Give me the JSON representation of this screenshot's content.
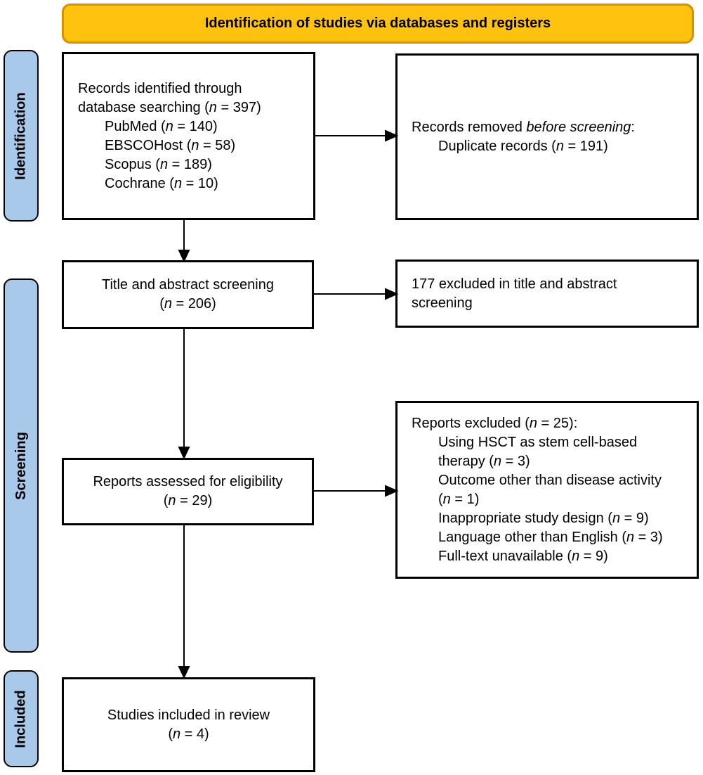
{
  "colors": {
    "header_fill": "#FFC20E",
    "header_border": "#D39200",
    "stage_fill": "#A9C9EA",
    "line_color": "#000000",
    "box_bg": "#FFFFFF"
  },
  "header": {
    "title": "Identification of studies via databases and registers"
  },
  "stages": {
    "identification": "Identification",
    "screening": "Screening",
    "included": "Included"
  },
  "boxes": {
    "records_identified": {
      "lines": [
        {
          "indent": 0,
          "segs": [
            [
              "Records identified through",
              ""
            ]
          ]
        },
        {
          "indent": 0,
          "segs": [
            [
              "database searching (",
              ""
            ],
            [
              "n",
              "i"
            ],
            [
              " = 397)",
              ""
            ]
          ]
        },
        {
          "indent": 1,
          "segs": [
            [
              "PubMed (",
              ""
            ],
            [
              "n",
              "i"
            ],
            [
              " = 140)",
              ""
            ]
          ]
        },
        {
          "indent": 1,
          "segs": [
            [
              "EBSCOHost (",
              ""
            ],
            [
              "n",
              "i"
            ],
            [
              " = 58)",
              ""
            ]
          ]
        },
        {
          "indent": 1,
          "segs": [
            [
              "Scopus (",
              ""
            ],
            [
              "n",
              "i"
            ],
            [
              " = 189)",
              ""
            ]
          ]
        },
        {
          "indent": 1,
          "segs": [
            [
              "Cochrane (",
              ""
            ],
            [
              "n",
              "i"
            ],
            [
              " = 10)",
              ""
            ]
          ]
        }
      ]
    },
    "records_removed": {
      "lines": [
        {
          "indent": 0,
          "segs": [
            [
              "Records removed ",
              ""
            ],
            [
              "before screening",
              "i"
            ],
            [
              ":",
              ""
            ]
          ]
        },
        {
          "indent": 1,
          "segs": [
            [
              "Duplicate records (",
              ""
            ],
            [
              "n",
              "i"
            ],
            [
              " = 191)",
              ""
            ]
          ]
        }
      ]
    },
    "title_abstract_screening": {
      "lines": [
        {
          "indent": 0,
          "segs": [
            [
              "Title and abstract screening",
              ""
            ]
          ]
        },
        {
          "indent": 0,
          "segs": [
            [
              "(",
              ""
            ],
            [
              "n",
              "i"
            ],
            [
              " = 206)",
              ""
            ]
          ]
        }
      ]
    },
    "excluded_title_abstract": {
      "lines": [
        {
          "indent": 0,
          "segs": [
            [
              "177 excluded in title and abstract",
              ""
            ]
          ]
        },
        {
          "indent": 0,
          "segs": [
            [
              "screening",
              ""
            ]
          ]
        }
      ]
    },
    "reports_assessed": {
      "lines": [
        {
          "indent": 0,
          "segs": [
            [
              "Reports assessed for eligibility",
              ""
            ]
          ]
        },
        {
          "indent": 0,
          "segs": [
            [
              "(",
              ""
            ],
            [
              "n",
              "i"
            ],
            [
              " = 29)",
              ""
            ]
          ]
        }
      ]
    },
    "reports_excluded": {
      "lines": [
        {
          "indent": 0,
          "segs": [
            [
              "Reports excluded (",
              ""
            ],
            [
              "n",
              "i"
            ],
            [
              " = 25):",
              ""
            ]
          ]
        },
        {
          "indent": 1,
          "segs": [
            [
              "Using HSCT as stem cell-based",
              ""
            ]
          ]
        },
        {
          "indent": 1,
          "segs": [
            [
              "therapy (",
              ""
            ],
            [
              "n",
              "i"
            ],
            [
              " = 3)",
              ""
            ]
          ]
        },
        {
          "indent": 1,
          "segs": [
            [
              "Outcome other than disease activity",
              ""
            ]
          ]
        },
        {
          "indent": 1,
          "segs": [
            [
              "(",
              ""
            ],
            [
              "n",
              "i"
            ],
            [
              " = 1)",
              ""
            ]
          ]
        },
        {
          "indent": 1,
          "segs": [
            [
              "Inappropriate study design (",
              ""
            ],
            [
              "n",
              "i"
            ],
            [
              " = 9)",
              ""
            ]
          ]
        },
        {
          "indent": 1,
          "segs": [
            [
              "Language other than English (",
              ""
            ],
            [
              "n",
              "i"
            ],
            [
              " = 3)",
              ""
            ]
          ]
        },
        {
          "indent": 1,
          "segs": [
            [
              "Full-text unavailable (",
              ""
            ],
            [
              "n",
              "i"
            ],
            [
              " = 9)",
              ""
            ]
          ]
        }
      ]
    },
    "studies_included": {
      "lines": [
        {
          "indent": 0,
          "segs": [
            [
              "Studies included in review",
              ""
            ]
          ]
        },
        {
          "indent": 0,
          "segs": [
            [
              "(",
              ""
            ],
            [
              "n",
              "i"
            ],
            [
              " = 4)",
              ""
            ]
          ]
        }
      ]
    }
  }
}
